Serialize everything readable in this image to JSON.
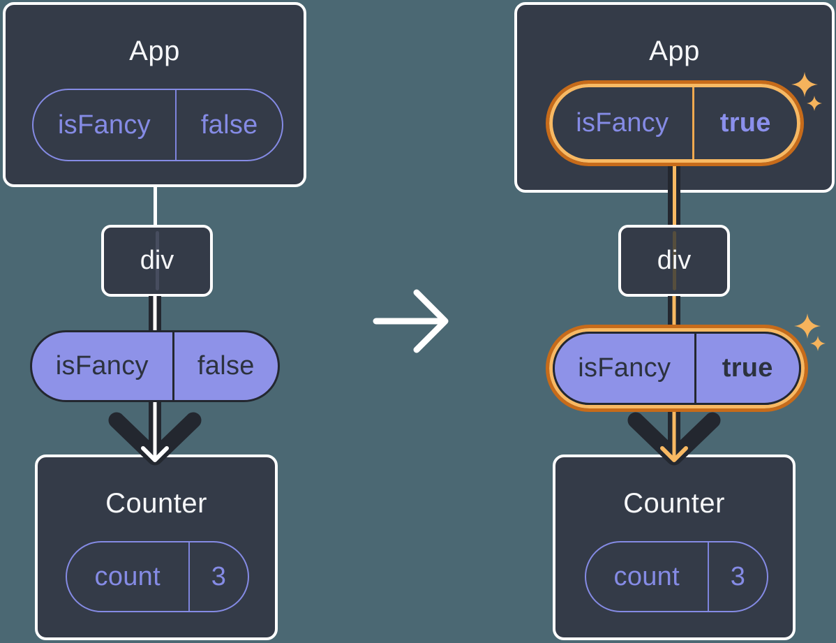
{
  "palette": {
    "background": "#4B6873",
    "card": "#343B48",
    "ink": "#23272F",
    "purple-fill": "#8E92E8",
    "purple": "#858BE5",
    "purple-line": "#7E84DD",
    "orange": "#C76B1A",
    "orange-light": "#F8B963",
    "text-dark": "#2C323E",
    "title": "#F6F7F9"
  },
  "before": {
    "app": {
      "title": "App"
    },
    "app_state_pill": {
      "name": "isFancy",
      "value": "false",
      "highlighted": false
    },
    "div_node": {
      "label": "div"
    },
    "prop_pill": {
      "name": "isFancy",
      "value": "false",
      "highlighted": false
    },
    "counter": {
      "title": "Counter"
    },
    "counter_state_pill": {
      "name": "count",
      "value": "3"
    }
  },
  "after": {
    "app": {
      "title": "App"
    },
    "app_state_pill": {
      "name": "isFancy",
      "value": "true",
      "highlighted": true
    },
    "div_node": {
      "label": "div"
    },
    "prop_pill": {
      "name": "isFancy",
      "value": "true",
      "highlighted": true
    },
    "counter": {
      "title": "Counter"
    },
    "counter_state_pill": {
      "name": "count",
      "value": "3"
    }
  }
}
